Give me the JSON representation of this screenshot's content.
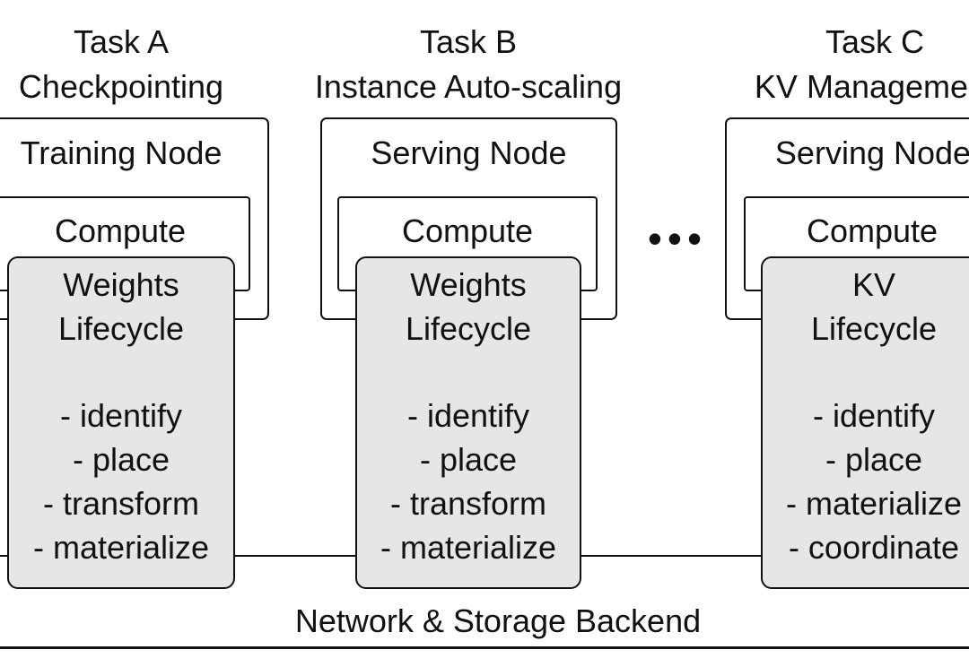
{
  "tasks": [
    {
      "title": "Task A",
      "subtitle": "Checkpointing",
      "node": "Training Node",
      "compute": "Compute",
      "lifecycle": [
        "Weights",
        "Lifecycle"
      ],
      "steps": [
        "- identify",
        "- place",
        "- transform",
        "- materialize"
      ]
    },
    {
      "title": "Task B",
      "subtitle": "Instance Auto-scaling",
      "node": "Serving Node",
      "compute": "Compute",
      "lifecycle": [
        "Weights",
        "Lifecycle"
      ],
      "steps": [
        "- identify",
        "- place",
        "- transform",
        "- materialize"
      ]
    },
    {
      "title": "Task C",
      "subtitle": "KV Management",
      "node": "Serving Node",
      "compute": "Compute",
      "lifecycle": [
        "KV",
        "Lifecycle"
      ],
      "steps": [
        "- identify",
        "- place",
        "- materialize",
        "- coordinate"
      ]
    }
  ],
  "ellipsis": "•••",
  "backend": "Network & Storage Backend"
}
